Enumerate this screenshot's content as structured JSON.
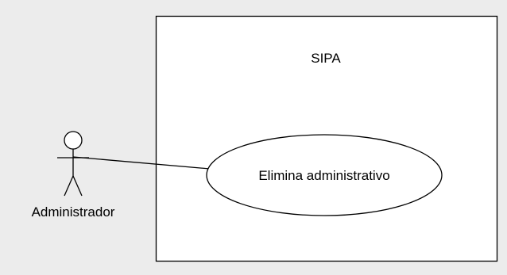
{
  "colors": {
    "background": "#ececec",
    "system_fill": "#ffffff",
    "stroke": "#000000",
    "text": "#000000"
  },
  "diagram": {
    "type": "use-case",
    "system": {
      "name": "SIPA"
    },
    "actor": {
      "name": "Administrador",
      "icon": "stick-figure-icon"
    },
    "use_case": {
      "label": "Elimina administrativo"
    },
    "association": {
      "from": "actor",
      "to": "use_case"
    }
  }
}
